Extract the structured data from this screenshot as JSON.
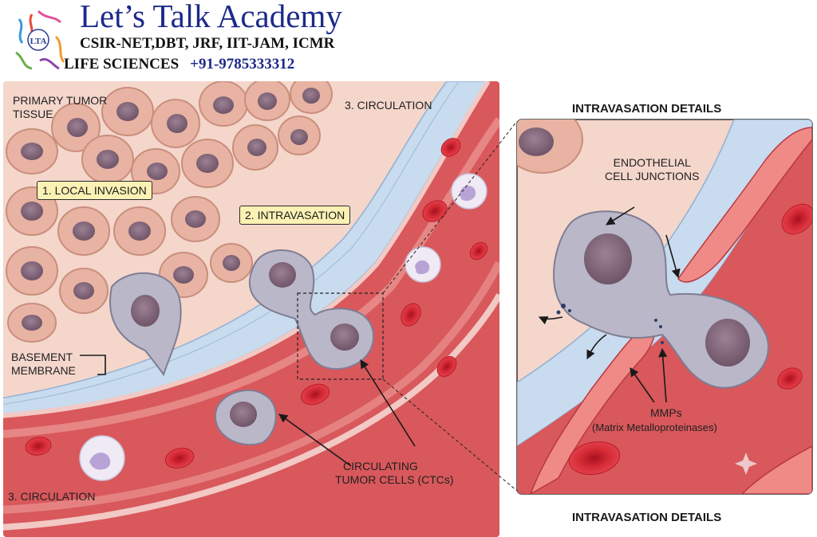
{
  "header": {
    "title": "Let’s Talk Academy",
    "subtitle": "CSIR-NET,DBT, JRF, IIT-JAM, ICMR",
    "line3_left": "LIFE SCIENCES",
    "line3_phone": "+91-9785333312",
    "logo_text": "LTA"
  },
  "labels": {
    "primary_tumor_line1": "PRIMARY TUMOR",
    "primary_tumor_line2": "TISSUE",
    "circulation_top": "3. CIRCULATION",
    "local_invasion": "1. LOCAL INVASION",
    "intravasation": "2. INTRAVASATION",
    "basement_line1": "BASEMENT",
    "basement_line2": "MEMBRANE",
    "ctc_line1": "CIRCULATING",
    "ctc_line2": "TUMOR CELLS (CTCs)",
    "circulation_bottom": "3. CIRCULATION"
  },
  "inset": {
    "title_top": "INTRAVASATION DETAILS",
    "title_bottom": "INTRAVASATION DETAILS",
    "endothelial_line1": "ENDOTHELIAL",
    "endothelial_line2": "CELL JUNCTIONS",
    "mmps": "MMPs",
    "mmps_full": "(Matrix Metalloproteinases)"
  },
  "colors": {
    "brand_blue": "#1d2a8a",
    "tissue_bg": "#f3d3c8",
    "tumor_cell": "#e9b5a4",
    "nucleus": "#8f7186",
    "vessel": "#d9545a",
    "rbc": "#d0222f",
    "membrane": "#c4d6ea",
    "ctc": "#b7b5c6",
    "label_box": "#fbf1b4"
  },
  "icons": [
    "lta-logo-icon",
    "arrow-icon",
    "sparkle-icon"
  ]
}
